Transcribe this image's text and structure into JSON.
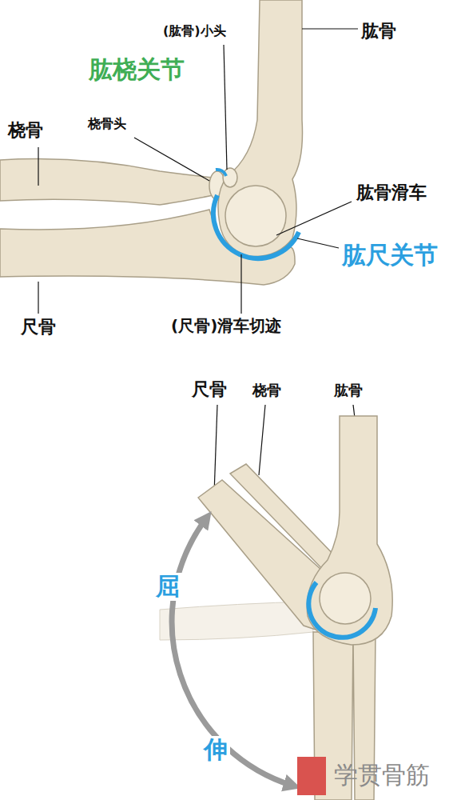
{
  "diagram": {
    "labels": [
      "(肱骨)小头",
      "肱骨",
      "肱桡关节",
      "桡骨",
      "桡骨头",
      "肱骨滑车",
      "肱尺关节",
      "尺骨",
      "(尺骨)滑车切迹",
      "尺骨",
      "桡骨",
      "肱骨",
      "屈",
      "伸",
      "学贯骨筋"
    ]
  }
}
